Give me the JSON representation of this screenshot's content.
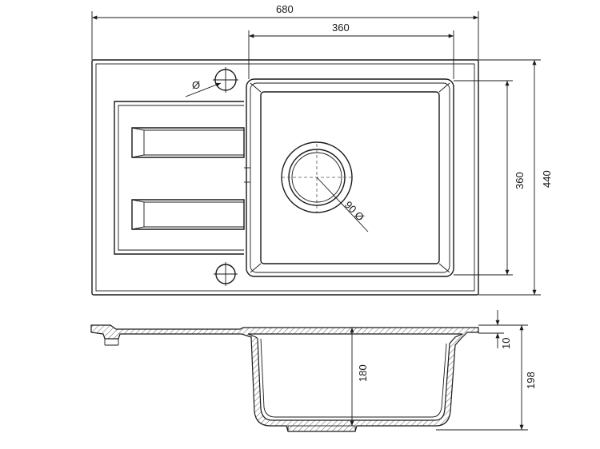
{
  "dimensions": {
    "overall_width": "680",
    "bowl_width": "360",
    "bowl_length": "360",
    "overall_length": "440",
    "drain_diameter": "90 Ø",
    "tap_hole_symbol": "Ø",
    "rim_thickness": "10",
    "bowl_depth": "180",
    "total_depth": "198"
  },
  "colors": {
    "line": "#1a1a1a",
    "background": "#ffffff"
  }
}
